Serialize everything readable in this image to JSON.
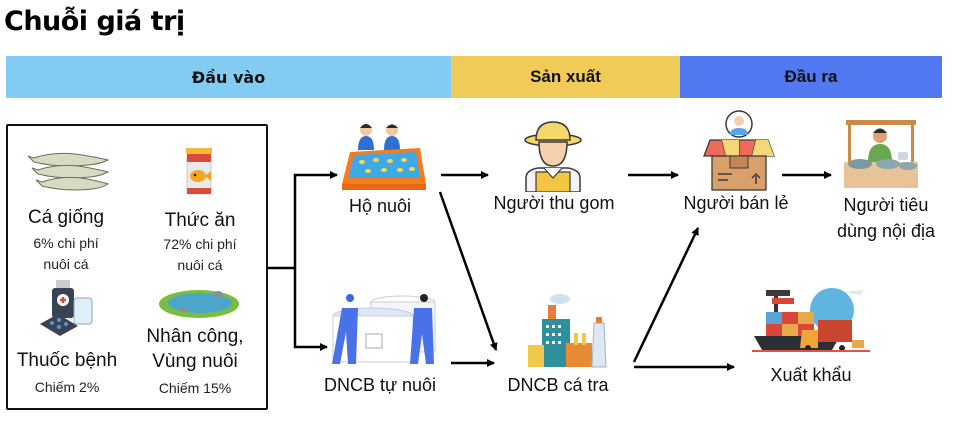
{
  "title": "Chuỗi giá trị",
  "stages": {
    "input": "Đầu vào",
    "production": "Sản xuất",
    "output": "Đầu ra"
  },
  "inputs": [
    {
      "name": "Cá giống",
      "line1": "6% chi phí",
      "line2": "nuôi cá",
      "icon": "fish-icon"
    },
    {
      "name": "Thức ăn",
      "line1": "72% chi phí",
      "line2": "nuôi cá",
      "icon": "fish-feed-jar-icon"
    },
    {
      "name": "Thuốc bệnh",
      "line1": "Chiếm 2%",
      "icon": "medicine-icon"
    },
    {
      "name_line1": "Nhân công,",
      "name_line2": "Vùng nuôi",
      "line1": "Chiếm 15%",
      "icon": "pond-icon"
    }
  ],
  "nodes": {
    "ho_nuoi": "Hộ nuôi",
    "dncb_tu_nuoi": "DNCB tự nuôi",
    "nguoi_thu_gom": "Người thu gom",
    "dncb_ca_tra": "DNCB cá tra",
    "nguoi_ban_le": "Người bán lẻ",
    "nguoi_tieu_dung_line1": "Người tiêu",
    "nguoi_tieu_dung_line2": "dùng nội địa",
    "xuat_khau": "Xuất khẩu"
  },
  "colors": {
    "input_band": "#82cbf2",
    "production_band": "#f1cb58",
    "output_band": "#5279f2"
  }
}
